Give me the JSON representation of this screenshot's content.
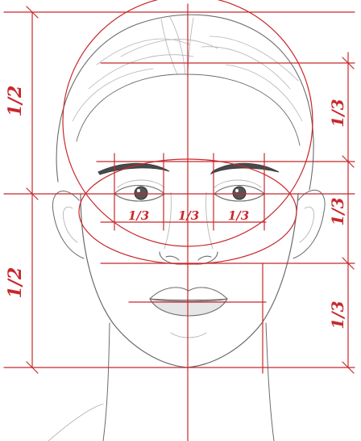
{
  "colors": {
    "guide": "#c8282c",
    "pencil": "#6b6b6b",
    "paper": "#ffffff"
  },
  "labels": {
    "left_top_half": "1/2",
    "left_bottom_half": "1/2",
    "right_top_third": "1/3",
    "right_middle_third": "1/3",
    "right_bottom_third": "1/3",
    "eye_third_left": "1/3",
    "eye_third_middle": "1/3",
    "eye_third_right": "1/3"
  }
}
